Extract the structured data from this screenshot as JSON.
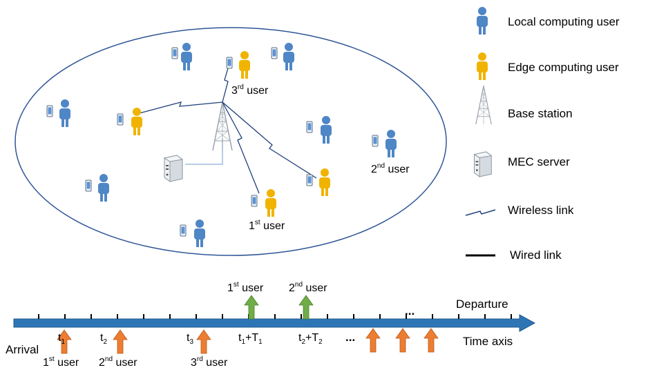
{
  "legend": {
    "local": "Local computing user",
    "edge": "Edge computing user",
    "base_station": "Base station",
    "mec_server": "MEC server",
    "wireless": "Wireless link",
    "wired": "Wired link"
  },
  "cell": {
    "third_user": {
      "main": "3",
      "sup": "rd",
      "tail": " user"
    },
    "second_user": {
      "main": "2",
      "sup": "nd",
      "tail": " user"
    },
    "first_user": {
      "main": "1",
      "sup": "st",
      "tail": " user"
    }
  },
  "timeline": {
    "departure": "Departure",
    "time_axis": "Time axis",
    "arrival": "Arrival",
    "ellipsis": "...",
    "t1": {
      "main": "t",
      "sub": "1"
    },
    "t2": {
      "main": "t",
      "sub": "2"
    },
    "t3": {
      "main": "t",
      "sub": "3"
    },
    "d1": {
      "a": "t",
      "asub": "1",
      "b": "+T",
      "bsub": "1"
    },
    "d2": {
      "a": "t",
      "asub": "2",
      "b": "+T",
      "bsub": "2"
    },
    "dep_1st": {
      "main": "1",
      "sup": "st",
      "tail": " user"
    },
    "dep_2nd": {
      "main": "2",
      "sup": "nd",
      "tail": " user"
    },
    "arr_1st": {
      "main": "1",
      "sup": "st",
      "tail": " user"
    },
    "arr_2nd": {
      "main": "2",
      "sup": "nd",
      "tail": " user"
    },
    "arr_3rd": {
      "main": "3",
      "sup": "rd",
      "tail": " user"
    }
  },
  "colors": {
    "local": "#4f86c6",
    "edge": "#f0b400",
    "arrival_arrow": "#ed7d31",
    "departure_arrow": "#70ad47",
    "axis": "#2e75b6",
    "ellipse": "#2f5597",
    "wireless": "#1f3f7a"
  }
}
